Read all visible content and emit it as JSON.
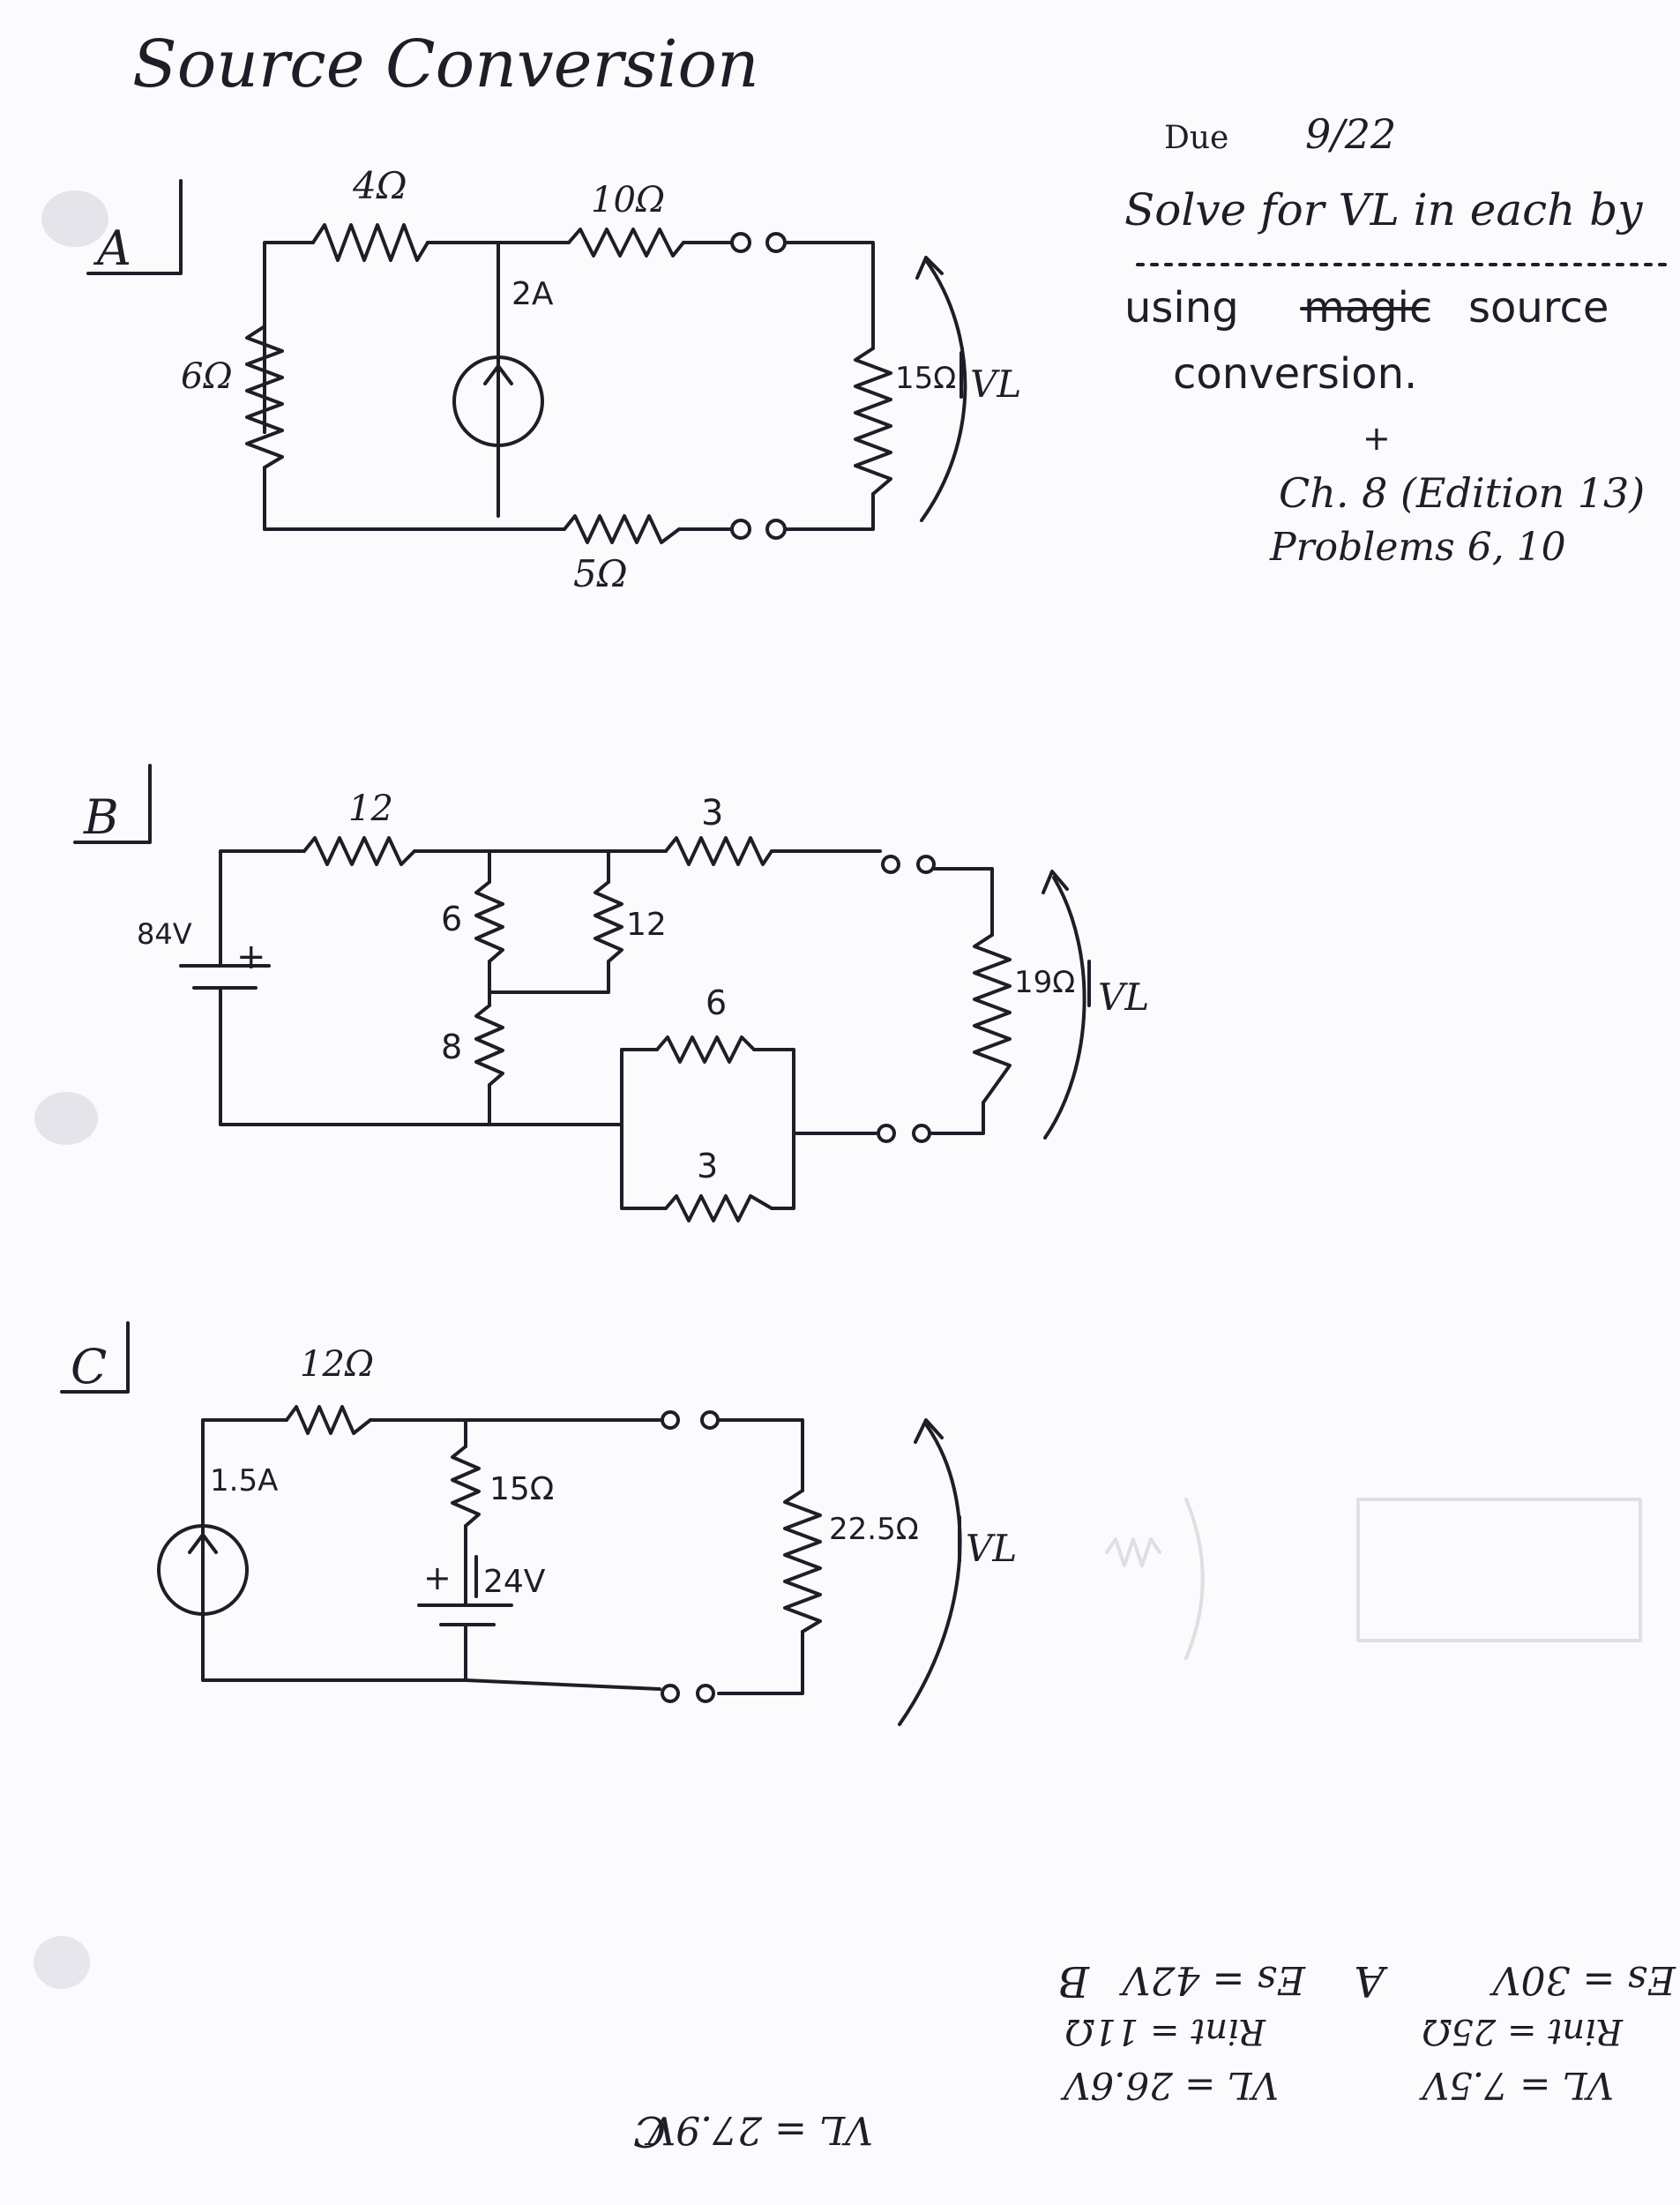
{
  "title": "Source Conversion",
  "due": {
    "label": "Due",
    "date": "9/22"
  },
  "instructions": {
    "line1": "Solve for VL in each by",
    "line2_a": "using",
    "line2_struck": "magic",
    "line2_b": "source",
    "line3": "conversion.",
    "plus": "+",
    "line4": "Ch. 8  (Edition 13)",
    "line5": "Problems 6, 10"
  },
  "circuit_a": {
    "label": "A",
    "r_top_left": "4Ω",
    "r_top_right": "10Ω",
    "r_left": "6Ω",
    "source": "2A",
    "r_bottom": "5Ω",
    "r_load": "15Ω",
    "vl": "VL"
  },
  "circuit_b": {
    "label": "B",
    "source": "84V",
    "plus": "+",
    "r_top_left": "12",
    "r_top_right": "3",
    "r_mid_upper": "6",
    "r_mid_lower": "8",
    "r_right_vert": "12",
    "r_par_top": "6",
    "r_par_bottom": "3",
    "r_load": "19Ω",
    "vl": "VL"
  },
  "circuit_c": {
    "label": "C",
    "r_top": "12Ω",
    "source_current": "1.5A",
    "r_mid": "15Ω",
    "source_voltage": "24V",
    "plus": "+",
    "r_load": "22.5Ω",
    "vl": "VL"
  },
  "answers_upside_down": {
    "a": {
      "label": "A",
      "es": "Es = 30V",
      "rint": "Rint = 25Ω",
      "vl": "VL = 7.5V"
    },
    "b": {
      "label": "B",
      "es": "Es = 42V",
      "rint": "Rint = 11Ω",
      "vl": "VL = 26.6V"
    },
    "c": {
      "label": "C",
      "vl": "VL = 27.9V"
    }
  }
}
